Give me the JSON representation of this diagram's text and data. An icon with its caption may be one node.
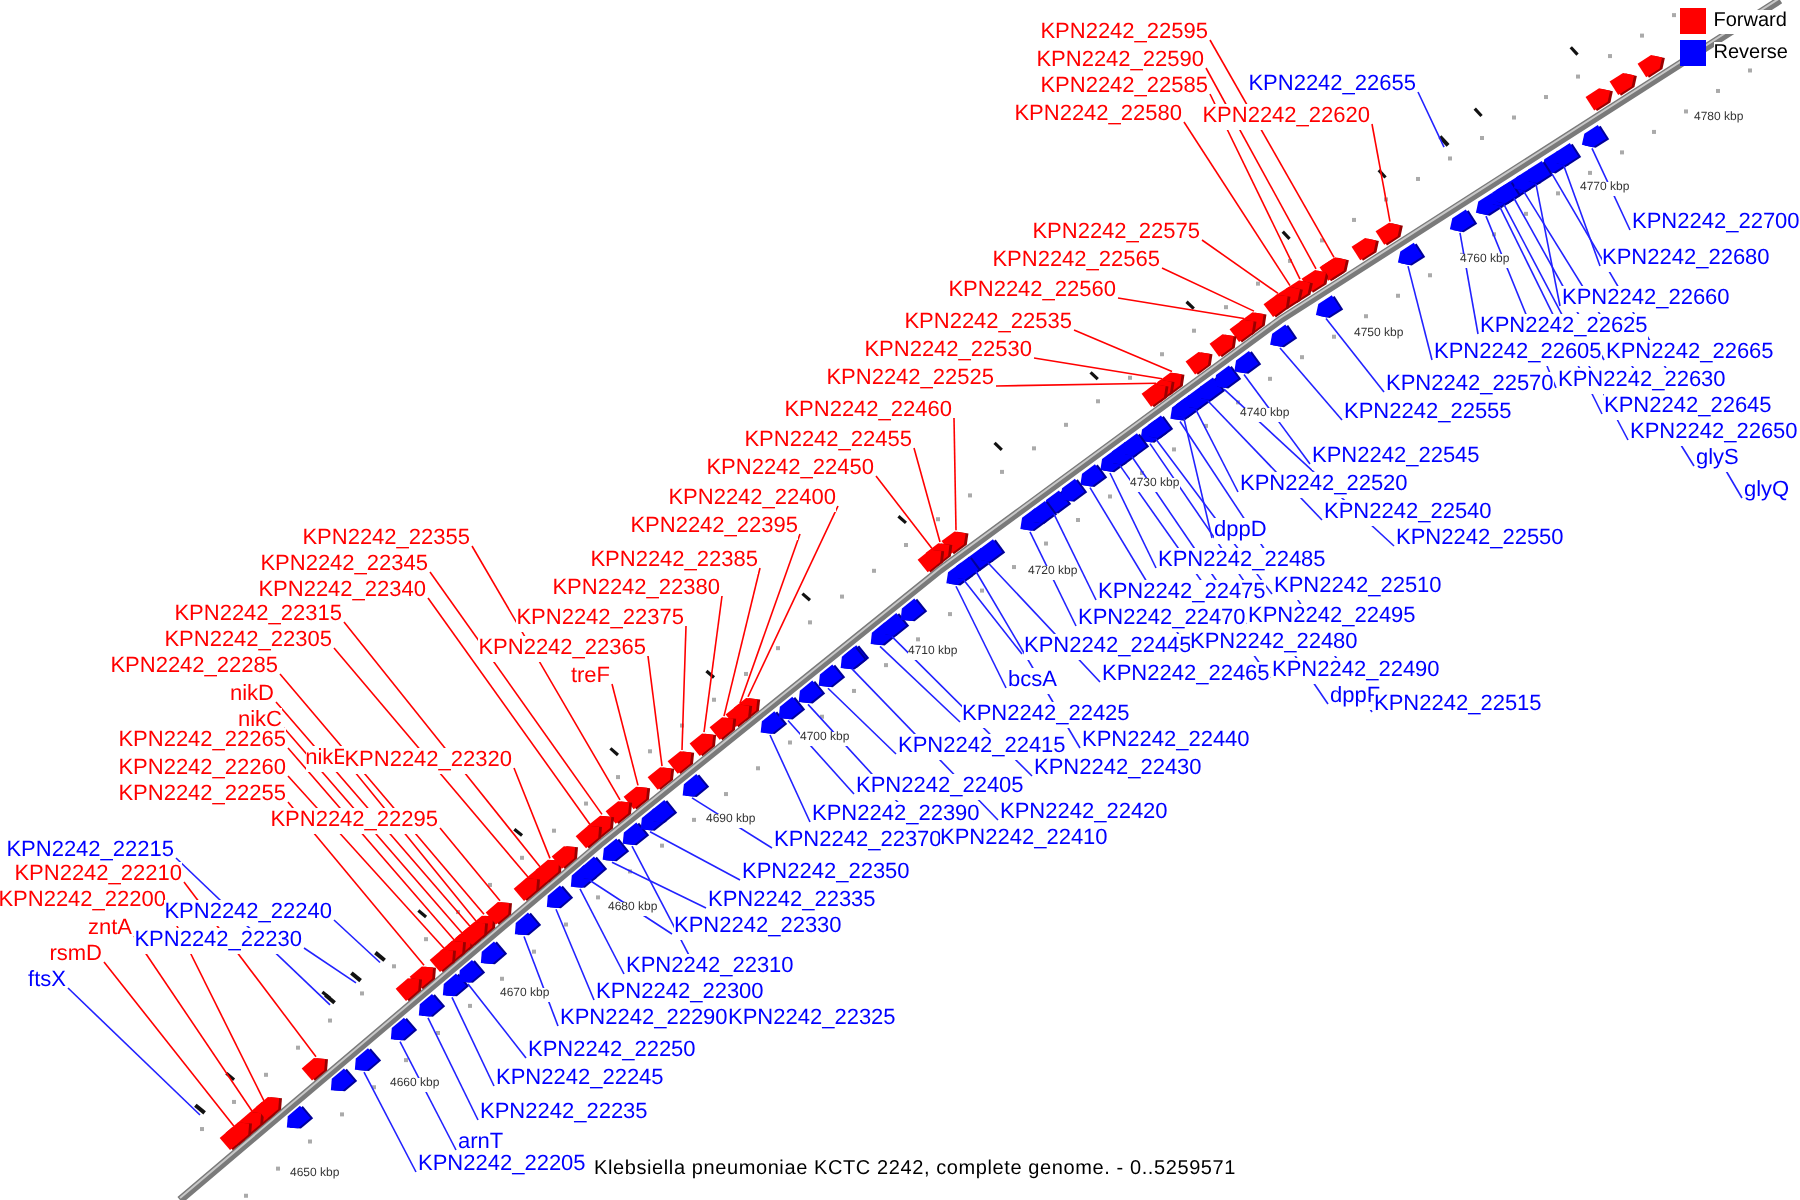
{
  "diagram": {
    "caption": "Klebsiella pneumoniae KCTC 2242, complete genome. - 0..5259571",
    "nodes": [
      {
        "text": [
          "KPN2242_22595"
        ]
      },
      {
        "text": [
          "KPN2242_22590"
        ]
      },
      {
        "text": [
          "KPN2242_22585"
        ]
      },
      {
        "text": [
          "KPN2242_22580"
        ]
      },
      {
        "text": [
          "KPN2242_22655"
        ]
      },
      {
        "text": [
          "KPN2242_22620"
        ]
      },
      {
        "text": [
          "KPN2242_22575"
        ]
      },
      {
        "text": [
          "KPN2242_22565"
        ]
      },
      {
        "text": [
          "KPN2242_22560"
        ]
      },
      {
        "text": [
          "KPN2242_22535"
        ]
      },
      {
        "text": [
          "KPN2242_22530"
        ]
      },
      {
        "text": [
          "KPN2242_22525"
        ]
      },
      {
        "text": [
          "KPN2242_22460"
        ]
      },
      {
        "text": [
          "KPN2242_22455"
        ]
      },
      {
        "text": [
          "KPN2242_22450"
        ]
      },
      {
        "text": [
          "KPN2242_22400"
        ]
      },
      {
        "text": [
          "KPN2242_22395"
        ]
      },
      {
        "text": [
          "KPN2242_22385"
        ]
      },
      {
        "text": [
          "KPN2242_22380"
        ]
      },
      {
        "text": [
          "KPN2242_22375"
        ]
      },
      {
        "text": [
          "KPN2242_22365"
        ]
      },
      {
        "text": [
          "treF"
        ]
      },
      {
        "text": [
          "KPN2242_22355"
        ]
      },
      {
        "text": [
          "KPN2242_22345"
        ]
      },
      {
        "text": [
          "KPN2242_22340"
        ]
      },
      {
        "text": [
          "KPN2242_22315"
        ]
      },
      {
        "text": [
          "KPN2242_22305"
        ]
      },
      {
        "text": [
          "KPN2242_22285"
        ]
      },
      {
        "text": [
          "nikD"
        ]
      },
      {
        "text": [
          "nikC"
        ]
      },
      {
        "text": [
          "KPN2242_22265"
        ]
      },
      {
        "text": [
          "KPN2242_22260"
        ]
      },
      {
        "text": [
          "KPN2242_22255"
        ]
      },
      {
        "text": [
          "nikE"
        ]
      },
      {
        "text": [
          "KPN2242_22320"
        ]
      },
      {
        "text": [
          "KPN2242_22295"
        ]
      },
      {
        "text": [
          "KPN2242_22215"
        ]
      },
      {
        "text": [
          "KPN2242_22210"
        ]
      },
      {
        "text": [
          "KPN2242_22200"
        ]
      },
      {
        "text": [
          "zntA"
        ]
      },
      {
        "text": [
          "rsmD"
        ]
      },
      {
        "text": [
          "ftsX"
        ]
      },
      {
        "text": [
          "KPN2242_22240"
        ]
      },
      {
        "text": [
          "KPN2242_22230"
        ]
      },
      {
        "text": [
          "arnT"
        ]
      },
      {
        "text": [
          "KPN2242_22205"
        ]
      },
      {
        "text": [
          "KPN2242_22235"
        ]
      },
      {
        "text": [
          "KPN2242_22245"
        ]
      },
      {
        "text": [
          "KPN2242_22250"
        ]
      },
      {
        "text": [
          "KPN2242_22290"
        ]
      },
      {
        "text": [
          "KPN2242_22300"
        ]
      },
      {
        "text": [
          "KPN2242_22310"
        ]
      },
      {
        "text": [
          "KPN2242_22325"
        ]
      },
      {
        "text": [
          "KPN2242_22330"
        ]
      },
      {
        "text": [
          "KPN2242_22335"
        ]
      },
      {
        "text": [
          "KPN2242_22350"
        ]
      },
      {
        "text": [
          "KPN2242_22370"
        ]
      },
      {
        "text": [
          "KPN2242_22390"
        ]
      },
      {
        "text": [
          "KPN2242_22405"
        ]
      },
      {
        "text": [
          "KPN2242_22410"
        ]
      },
      {
        "text": [
          "KPN2242_22415"
        ]
      },
      {
        "text": [
          "KPN2242_22420"
        ]
      },
      {
        "text": [
          "KPN2242_22425"
        ]
      },
      {
        "text": [
          "KPN2242_22430"
        ]
      },
      {
        "text": [
          "KPN2242_22440"
        ]
      },
      {
        "text": [
          "bcsA"
        ]
      },
      {
        "text": [
          "KPN2242_22445"
        ]
      },
      {
        "text": [
          "KPN2242_22465"
        ]
      },
      {
        "text": [
          "KPN2242_22470"
        ]
      },
      {
        "text": [
          "KPN2242_22475"
        ]
      },
      {
        "text": [
          "KPN2242_22485"
        ]
      },
      {
        "text": [
          "KPN2242_22480"
        ]
      },
      {
        "text": [
          "KPN2242_22490"
        ]
      },
      {
        "text": [
          "dppF"
        ]
      },
      {
        "text": [
          "KPN2242_22495"
        ]
      },
      {
        "text": [
          "KPN2242_22510"
        ]
      },
      {
        "text": [
          "KPN2242_22515"
        ]
      },
      {
        "text": [
          "dppD"
        ]
      },
      {
        "text": [
          "KPN2242_22520"
        ]
      },
      {
        "text": [
          "KPN2242_22540"
        ]
      },
      {
        "text": [
          "KPN2242_22550"
        ]
      },
      {
        "text": [
          "KPN2242_22545"
        ]
      },
      {
        "text": [
          "KPN2242_22555"
        ]
      },
      {
        "text": [
          "KPN2242_22570"
        ]
      },
      {
        "text": [
          "KPN2242_22605"
        ]
      },
      {
        "text": [
          "KPN2242_22625"
        ]
      },
      {
        "text": [
          "KPN2242_22630"
        ]
      },
      {
        "text": [
          "KPN2242_22665"
        ]
      },
      {
        "text": [
          "KPN2242_22645"
        ]
      },
      {
        "text": [
          "KPN2242_22650"
        ]
      },
      {
        "text": [
          "glyS"
        ]
      },
      {
        "text": [
          "glyQ"
        ]
      },
      {
        "text": [
          "KPN2242_22660"
        ]
      },
      {
        "text": [
          "KPN2242_22680"
        ]
      },
      {
        "text": [
          "KPN2242_22700"
        ]
      },
      {
        "text": [],
        "shape": "pentagon"
      },
      {
        "text": [],
        "shape": "pentagon"
      },
      {
        "text": [],
        "shape": "pentagon"
      },
      {
        "text": [],
        "shape": "pentagon"
      },
      {
        "text": [],
        "shape": "bar"
      },
      {
        "text": [],
        "shape": "pentagon"
      },
      {
        "text": [],
        "shape": "pentagon"
      },
      {
        "text": [],
        "shape": "pentagon"
      },
      {
        "text": [],
        "shape": "pentagon"
      },
      {
        "text": [],
        "shape": "pentagon"
      },
      {
        "text": [],
        "shape": "pentagon"
      },
      {
        "text": [],
        "shape": "pentagon"
      },
      {
        "text": [],
        "shape": "pentagon"
      },
      {
        "text": [],
        "shape": "pentagon"
      },
      {
        "text": [],
        "shape": "pentagon"
      },
      {
        "text": [],
        "shape": "pentagon"
      },
      {
        "text": [],
        "shape": "pentagon"
      },
      {
        "text": [],
        "shape": "pentagon"
      },
      {
        "text": [],
        "shape": "pentagon"
      },
      {
        "text": [],
        "shape": "pentagon"
      },
      {
        "text": [],
        "shape": "pentagon"
      },
      {
        "text": [],
        "shape": "pentagon"
      },
      {
        "text": [],
        "shape": "pentagon"
      },
      {
        "text": [],
        "shape": "pentagon"
      },
      {
        "text": [],
        "shape": "pentagon"
      },
      {
        "text": [],
        "shape": "pentagon"
      },
      {
        "text": [],
        "shape": "pentagon"
      },
      {
        "text": [],
        "shape": "pentagon"
      },
      {
        "text": [],
        "shape": "pentagon"
      },
      {
        "text": [],
        "shape": "pentagon"
      },
      {
        "text": [],
        "shape": "pentagon"
      },
      {
        "text": [],
        "shape": "pentagon"
      },
      {
        "text": [],
        "shape": "pentagon"
      },
      {
        "text": [],
        "shape": "pentagon"
      },
      {
        "text": [],
        "shape": "pentagon"
      },
      {
        "text": [],
        "shape": "pentagon"
      },
      {
        "text": [],
        "shape": "bar"
      },
      {
        "text": [],
        "shape": "pentagon"
      },
      {
        "text": [],
        "shape": "pentagon"
      },
      {
        "text": [],
        "shape": "pentagon"
      },
      {
        "text": [],
        "shape": "pentagon"
      },
      {
        "text": [],
        "shape": "bar"
      },
      {
        "text": [],
        "shape": "bar"
      },
      {
        "text": [],
        "shape": "bar"
      },
      {
        "text": [],
        "shape": "pentagon"
      },
      {
        "text": [],
        "shape": "pentagon"
      },
      {
        "text": [],
        "shape": "pentagon"
      },
      {
        "text": [],
        "shape": "pentagon"
      },
      {
        "text": [],
        "shape": "pentagon"
      },
      {
        "text": [],
        "shape": "pentagon"
      },
      {
        "text": [],
        "shape": "pentagon"
      },
      {
        "text": [],
        "shape": "pentagon"
      },
      {
        "text": [],
        "shape": "pentagon"
      },
      {
        "text": [],
        "shape": "pentagon"
      },
      {
        "text": [],
        "shape": "pentagon"
      },
      {
        "text": [],
        "shape": "pentagon"
      },
      {
        "text": [],
        "shape": "pentagon"
      },
      {
        "text": [],
        "shape": "pentagon"
      },
      {
        "text": [],
        "shape": "pentagon"
      },
      {
        "text": [],
        "shape": "pentagon"
      },
      {
        "text": [],
        "shape": "pentagon"
      },
      {
        "text": [],
        "shape": "pentagon"
      },
      {
        "text": [],
        "shape": "pentagon"
      },
      {
        "text": [],
        "shape": "pentagon"
      },
      {
        "text": [],
        "shape": "pentagon"
      },
      {
        "text": [],
        "shape": "pentagon"
      },
      {
        "text": [],
        "shape": "pentagon"
      },
      {
        "text": [],
        "shape": "pentagon"
      },
      {
        "text": [],
        "shape": "pentagon"
      },
      {
        "text": [],
        "shape": "pentagon"
      },
      {
        "text": [],
        "shape": "pentagon"
      },
      {
        "text": [],
        "shape": "pentagon"
      },
      {
        "text": [],
        "shape": "pentagon"
      },
      {
        "text": [],
        "shape": "pentagon"
      },
      {
        "text": [],
        "shape": "pentagon"
      },
      {
        "text": [],
        "shape": "pentagon"
      },
      {
        "text": [],
        "shape": "pentagon"
      },
      {
        "text": [],
        "shape": "pentagon"
      },
      {
        "text": [],
        "shape": "pentagon"
      },
      {
        "text": [],
        "shape": "pentagon"
      },
      {
        "text": [],
        "shape": "pentagon"
      },
      {
        "text": [],
        "shape": "pentagon"
      },
      {
        "text": [],
        "shape": "pentagon"
      },
      {
        "text": [],
        "shape": "pentagon"
      },
      {
        "text": [],
        "shape": "pentagon"
      },
      {
        "text": [],
        "shape": "pentagon"
      },
      {
        "text": [],
        "shape": "pentagon"
      },
      {
        "text": [],
        "shape": "pentagon"
      },
      {
        "text": [],
        "shape": "pentagon"
      },
      {
        "text": [],
        "shape": "pentagon"
      },
      {
        "text": [],
        "shape": "pentagon"
      },
      {
        "text": [],
        "shape": "pentagon"
      },
      {
        "text": [],
        "shape": "pentagon"
      },
      {
        "text": [],
        "shape": "pentagon"
      },
      {
        "text": [],
        "shape": "pentagon"
      },
      {
        "text": [],
        "shape": "pentagon"
      },
      {
        "text": [],
        "shape": "pentagon"
      },
      {
        "text": [],
        "shape": "pentagon"
      },
      {
        "text": [],
        "shape": "pentagon"
      },
      {
        "text": [],
        "shape": "pentagon"
      },
      {
        "text": [],
        "shape": "pentagon"
      },
      {
        "text": [],
        "shape": "pentagon"
      },
      {
        "text": [],
        "shape": "pentagon"
      },
      {
        "text": [],
        "shape": "pentagon"
      },
      {
        "text": [],
        "shape": "pentagon"
      },
      {
        "text": [],
        "shape": "pentagon"
      },
      {
        "text": [],
        "shape": "pentagon"
      },
      {
        "text": [],
        "shape": "pentagon"
      },
      {
        "text": [],
        "shape": "pentagon"
      },
      {
        "text": [],
        "shape": "pentagon"
      },
      {
        "text": [],
        "shape": "pentagon"
      },
      {
        "text": [],
        "shape": "pentagon"
      },
      {
        "text": [],
        "shape": "pentagon"
      },
      {
        "text": [],
        "shape": "pentagon"
      }
    ],
    "edges": [
      {
        "from": 0,
        "to": 95,
        "arrow": "none",
        "color": "#ff0000"
      },
      {
        "from": 1,
        "to": 96,
        "arrow": "none",
        "color": "#ff0000"
      },
      {
        "from": 2,
        "to": 97,
        "arrow": "none",
        "color": "#ff0000"
      },
      {
        "from": 3,
        "to": 98,
        "arrow": "none",
        "color": "#ff0000"
      },
      {
        "from": 4,
        "to": 99,
        "arrow": "none"
      },
      {
        "from": 5,
        "to": 100,
        "arrow": "none",
        "color": "#ff0000"
      },
      {
        "from": 6,
        "to": 101,
        "arrow": "none",
        "color": "#ff0000"
      },
      {
        "from": 7,
        "to": 102,
        "arrow": "none",
        "color": "#ff0000"
      },
      {
        "from": 8,
        "to": 103,
        "arrow": "none",
        "color": "#ff0000"
      },
      {
        "from": 9,
        "to": 104,
        "arrow": "none",
        "color": "#ff0000"
      },
      {
        "from": 10,
        "to": 105,
        "arrow": "none",
        "color": "#ff0000"
      },
      {
        "from": 11,
        "to": 106,
        "arrow": "none",
        "color": "#ff0000"
      },
      {
        "from": 12,
        "to": 107,
        "arrow": "none",
        "color": "#ff0000"
      },
      {
        "from": 13,
        "to": 108,
        "arrow": "none",
        "color": "#ff0000"
      },
      {
        "from": 14,
        "to": 109,
        "arrow": "none",
        "color": "#ff0000"
      },
      {
        "from": 15,
        "to": 110,
        "arrow": "none",
        "color": "#ff0000"
      },
      {
        "from": 16,
        "to": 111,
        "arrow": "none",
        "color": "#ff0000"
      },
      {
        "from": 17,
        "to": 112,
        "arrow": "none",
        "color": "#ff0000"
      },
      {
        "from": 18,
        "to": 113,
        "arrow": "none",
        "color": "#ff0000"
      },
      {
        "from": 19,
        "to": 114,
        "arrow": "none",
        "color": "#ff0000"
      },
      {
        "from": 20,
        "to": 115,
        "arrow": "none",
        "color": "#ff0000"
      },
      {
        "from": 21,
        "to": 116,
        "arrow": "none",
        "color": "#ff0000"
      },
      {
        "from": 22,
        "to": 117,
        "arrow": "none",
        "color": "#ff0000"
      },
      {
        "from": 23,
        "to": 118,
        "arrow": "none",
        "color": "#ff0000"
      },
      {
        "from": 24,
        "to": 119,
        "arrow": "none",
        "color": "#ff0000"
      },
      {
        "from": 25,
        "to": 120,
        "arrow": "none",
        "color": "#ff0000"
      },
      {
        "from": 26,
        "to": 121,
        "arrow": "none",
        "color": "#ff0000"
      },
      {
        "from": 27,
        "to": 122,
        "arrow": "none",
        "color": "#ff0000"
      },
      {
        "from": 28,
        "to": 123,
        "arrow": "none",
        "color": "#ff0000"
      },
      {
        "from": 29,
        "to": 124,
        "arrow": "none",
        "color": "#ff0000"
      },
      {
        "from": 30,
        "to": 125,
        "arrow": "none",
        "color": "#ff0000"
      },
      {
        "from": 31,
        "to": 126,
        "arrow": "none",
        "color": "#ff0000"
      },
      {
        "from": 32,
        "to": 127,
        "arrow": "none",
        "color": "#ff0000"
      },
      {
        "from": 33,
        "to": 128,
        "arrow": "none",
        "color": "#ff0000"
      },
      {
        "from": 34,
        "to": 129,
        "arrow": "none",
        "color": "#ff0000"
      },
      {
        "from": 35,
        "to": 130,
        "arrow": "none",
        "color": "#ff0000"
      },
      {
        "from": 36,
        "to": 131,
        "arrow": "none"
      },
      {
        "from": 37,
        "to": 132,
        "arrow": "none",
        "color": "#ff0000"
      },
      {
        "from": 38,
        "to": 133,
        "arrow": "none",
        "color": "#ff0000"
      },
      {
        "from": 39,
        "to": 134,
        "arrow": "none",
        "color": "#ff0000"
      },
      {
        "from": 40,
        "to": 135,
        "arrow": "none",
        "color": "#ff0000"
      },
      {
        "from": 41,
        "to": 136,
        "arrow": "none"
      },
      {
        "from": 42,
        "to": 137,
        "arrow": "none"
      },
      {
        "from": 43,
        "to": 138,
        "arrow": "none"
      },
      {
        "from": 44,
        "to": 139,
        "arrow": "none"
      },
      {
        "from": 45,
        "to": 140,
        "arrow": "none"
      },
      {
        "from": 46,
        "to": 141,
        "arrow": "none"
      },
      {
        "from": 47,
        "to": 142,
        "arrow": "none"
      },
      {
        "from": 48,
        "to": 143,
        "arrow": "none"
      },
      {
        "from": 49,
        "to": 144,
        "arrow": "none"
      },
      {
        "from": 50,
        "to": 145,
        "arrow": "none"
      },
      {
        "from": 51,
        "to": 146,
        "arrow": "none"
      },
      {
        "from": 52,
        "to": 147,
        "arrow": "none"
      },
      {
        "from": 53,
        "to": 148,
        "arrow": "none"
      },
      {
        "from": 54,
        "to": 149,
        "arrow": "none"
      },
      {
        "from": 55,
        "to": 150,
        "arrow": "none"
      },
      {
        "from": 56,
        "to": 151,
        "arrow": "none"
      },
      {
        "from": 57,
        "to": 152,
        "arrow": "none"
      },
      {
        "from": 58,
        "to": 153,
        "arrow": "none"
      },
      {
        "from": 59,
        "to": 154,
        "arrow": "none"
      },
      {
        "from": 60,
        "to": 155,
        "arrow": "none"
      },
      {
        "from": 61,
        "to": 156,
        "arrow": "none"
      },
      {
        "from": 62,
        "to": 157,
        "arrow": "none"
      },
      {
        "from": 63,
        "to": 158,
        "arrow": "none"
      },
      {
        "from": 64,
        "to": 159,
        "arrow": "none"
      },
      {
        "from": 65,
        "to": 160,
        "arrow": "none"
      },
      {
        "from": 66,
        "to": 161,
        "arrow": "none"
      },
      {
        "from": 67,
        "to": 162,
        "arrow": "none"
      },
      {
        "from": 68,
        "to": 163,
        "arrow": "none"
      },
      {
        "from": 69,
        "to": 164,
        "arrow": "none"
      },
      {
        "from": 70,
        "to": 165,
        "arrow": "none"
      },
      {
        "from": 71,
        "to": 166,
        "arrow": "none"
      },
      {
        "from": 72,
        "to": 167,
        "arrow": "none"
      },
      {
        "from": 73,
        "to": 168,
        "arrow": "none"
      },
      {
        "from": 74,
        "to": 169,
        "arrow": "none"
      },
      {
        "from": 75,
        "to": 170,
        "arrow": "none"
      },
      {
        "from": 76,
        "to": 171,
        "arrow": "none"
      },
      {
        "from": 77,
        "to": 172,
        "arrow": "none"
      },
      {
        "from": 78,
        "to": 173,
        "arrow": "none"
      },
      {
        "from": 79,
        "to": 174,
        "arrow": "none"
      },
      {
        "from": 80,
        "to": 175,
        "arrow": "none"
      },
      {
        "from": 81,
        "to": 176,
        "arrow": "none"
      },
      {
        "from": 82,
        "to": 177,
        "arrow": "none"
      },
      {
        "from": 83,
        "to": 178,
        "arrow": "none"
      },
      {
        "from": 84,
        "to": 179,
        "arrow": "none"
      },
      {
        "from": 85,
        "to": 180,
        "arrow": "none"
      },
      {
        "from": 86,
        "to": 181,
        "arrow": "none"
      },
      {
        "from": 87,
        "to": 182,
        "arrow": "none"
      },
      {
        "from": 88,
        "to": 183,
        "arrow": "none"
      },
      {
        "from": 89,
        "to": 184,
        "arrow": "none"
      },
      {
        "from": 90,
        "to": 185,
        "arrow": "none"
      },
      {
        "from": 91,
        "to": 186,
        "arrow": "none"
      },
      {
        "from": 92,
        "to": 187,
        "arrow": "none"
      },
      {
        "from": 93,
        "to": 188,
        "arrow": "none"
      },
      {
        "from": 94,
        "to": 189,
        "arrow": "none"
      }
    ],
    "labels": [
      "4650 kbp",
      "4660 kbp",
      "4670 kbp",
      "4680 kbp",
      "4690 kbp",
      "4700 kbp",
      "4710 kbp",
      "4720 kbp",
      "4730 kbp",
      "4740 kbp",
      "4750 kbp",
      "4760 kbp",
      "4770 kbp",
      "4780 kbp"
    ],
    "legend": [
      {
        "text": "Forward",
        "color": "#ff0000"
      },
      {
        "text": "Reverse",
        "color": "#0000ff"
      }
    ]
  }
}
